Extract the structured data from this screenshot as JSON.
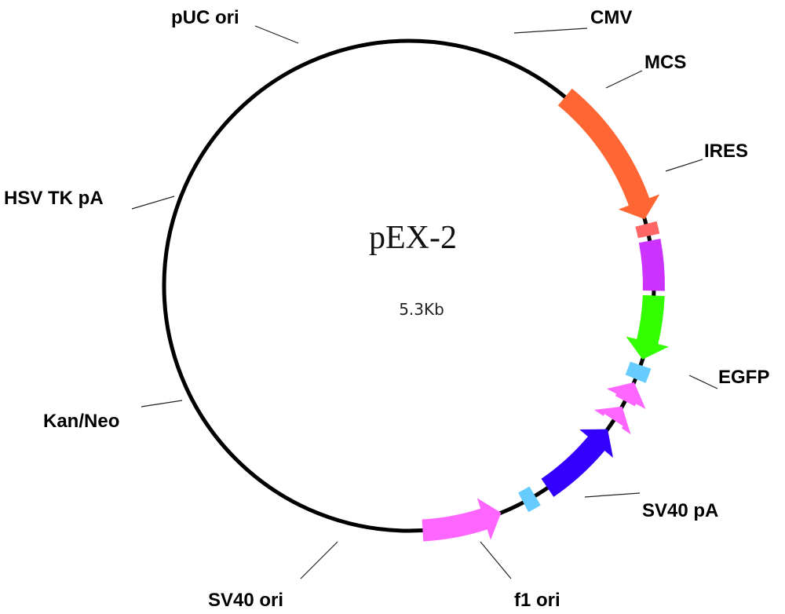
{
  "plasmid": {
    "name": "pEX-2",
    "size": "5.3Kb"
  },
  "features": [
    {
      "id": "cmv",
      "label": "CMV",
      "color": "#ff6633",
      "start": -0.88,
      "end": -0.275,
      "arrow": "cw"
    },
    {
      "id": "mcs",
      "label": "MCS",
      "color": "#ff6666",
      "start": -0.255,
      "end": -0.205,
      "arrow": "none"
    },
    {
      "id": "ires",
      "label": "IRES",
      "color": "#cc33ff",
      "start": -0.185,
      "end": 0.02,
      "arrow": "none"
    },
    {
      "id": "egfp",
      "label": "EGFP",
      "color": "#33ff00",
      "start": 0.04,
      "end": 0.305,
      "arrow": "cw"
    },
    {
      "id": "sv40pa",
      "label": "SV40 pA",
      "color": "#66ccff",
      "start": 0.33,
      "end": 0.39,
      "arrow": "none"
    },
    {
      "id": "f1ori",
      "label": "f1 ori",
      "color": "#ff66ff",
      "start": 0.405,
      "end": 0.49,
      "arrow": "ccw"
    },
    {
      "id": "sv40ori",
      "label": "SV40 ori",
      "color": "#ff66ff",
      "start": 0.515,
      "end": 0.58,
      "arrow": "ccw"
    },
    {
      "id": "kanneo",
      "label": "Kan/Neo",
      "color": "#3300ff",
      "start": 0.625,
      "end": 0.97,
      "arrow": "ccw"
    },
    {
      "id": "hsvtkpa",
      "label": "HSV TK pA",
      "color": "#66ccff",
      "start": 1.03,
      "end": 1.085,
      "arrow": "none"
    },
    {
      "id": "pucori",
      "label": "pUC ori",
      "color": "#ff66ff",
      "start": 1.185,
      "end": 1.515,
      "arrow": "ccw"
    }
  ]
}
